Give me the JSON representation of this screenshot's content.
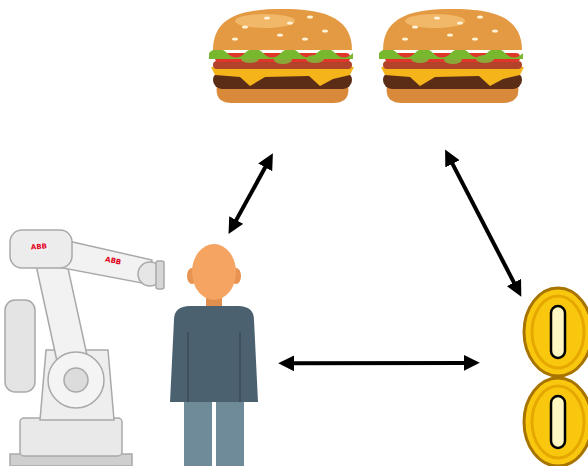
{
  "diagram": {
    "nodes": [
      {
        "text": []
      },
      {
        "text": []
      },
      {
        "text": []
      }
    ],
    "edges": [
      {
        "from": 0,
        "to": 1,
        "arrow": "both"
      },
      {
        "from": 0,
        "to": 2,
        "arrow": "both"
      },
      {
        "from": 1,
        "to": 2,
        "arrow": "both"
      }
    ],
    "labels": [
      "ABB",
      "ABB"
    ]
  }
}
